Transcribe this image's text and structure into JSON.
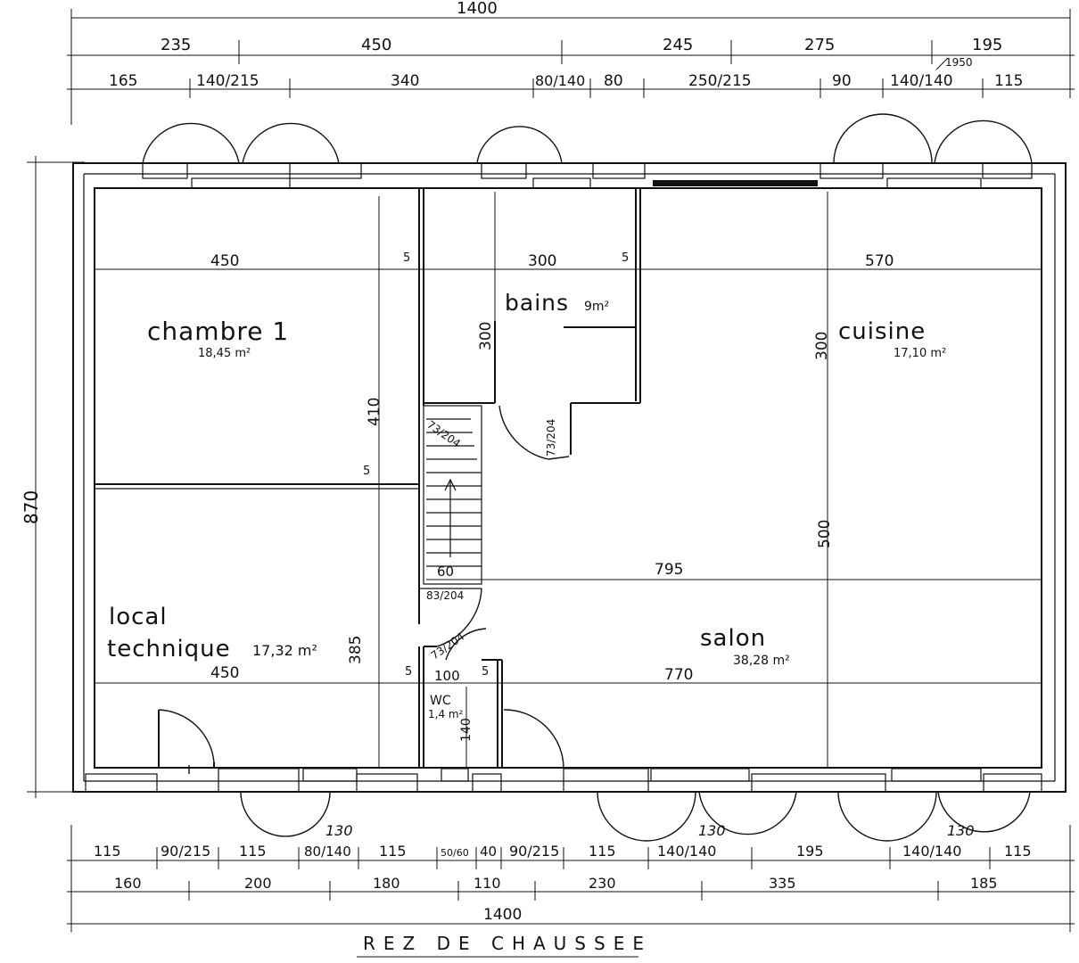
{
  "plan_title": "REZ DE CHAUSSEE",
  "dims": {
    "top_total": "1400",
    "top_row1": [
      "235",
      "450",
      "245",
      "275",
      "195"
    ],
    "top_row2": [
      "165",
      "140/215",
      "340",
      "80/140",
      "80",
      "250/215",
      "90",
      "140/140",
      "115"
    ],
    "top_note": "1950",
    "bottom_row1": [
      "115",
      "90/215",
      "115",
      "80/140",
      "115",
      "50/60",
      "40",
      "90/215",
      "115",
      "140/140",
      "195",
      "140/140",
      "115"
    ],
    "bottom_row2": [
      "160",
      "200",
      "180",
      "110",
      "230",
      "335",
      "185"
    ],
    "bottom_total": "1400",
    "left_total": "870",
    "interior_h1": [
      "450",
      "5",
      "300",
      "5",
      "570"
    ],
    "interior_h2": [
      "60",
      "795"
    ],
    "interior_h3": [
      "450",
      "5",
      "100",
      "5",
      "770"
    ],
    "interior_v": [
      "410",
      "5",
      "385",
      "300",
      "300",
      "500",
      "140"
    ],
    "window_markers": [
      "130",
      "130",
      "130"
    ]
  },
  "rooms": [
    {
      "name": "chambre 1",
      "area": "18,45 m²"
    },
    {
      "name": "bains",
      "area": "9m²"
    },
    {
      "name": "cuisine",
      "area": "17,10 m²"
    },
    {
      "name": "local",
      "name2": "technique",
      "area": "17,32 m²"
    },
    {
      "name": "salon",
      "area": "38,28 m²"
    },
    {
      "name": "WC",
      "area": "1,4 m²"
    }
  ],
  "doors": [
    "73/204",
    "73/204",
    "83/204",
    "73/204"
  ]
}
